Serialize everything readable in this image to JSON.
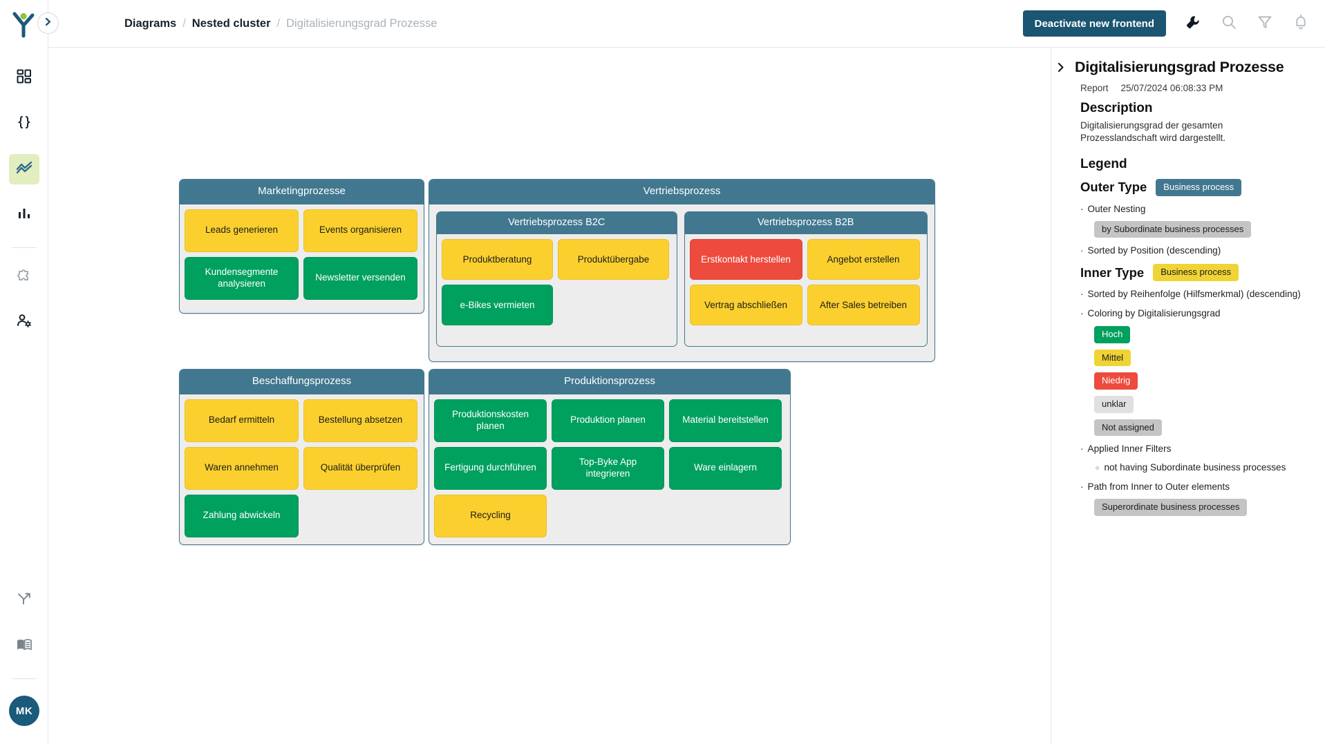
{
  "app": {
    "logo_name": "yunets-logo"
  },
  "topbar": {
    "breadcrumb": [
      {
        "label": "Diagrams",
        "muted": false
      },
      {
        "label": "Nested cluster",
        "muted": false
      },
      {
        "label": "Digitalisierungsgrad Prozesse",
        "muted": true
      }
    ],
    "separator": "/",
    "primary_button": "Deactivate new frontend",
    "icons": [
      "wrench-icon",
      "search-icon",
      "filter-icon",
      "bell-icon"
    ],
    "collapse_icon": "chevron-right-icon",
    "accent_color": "#1a5571"
  },
  "sidebar": {
    "items": [
      {
        "name": "dashboard-icon",
        "active": false
      },
      {
        "name": "code-braces-icon",
        "active": false
      },
      {
        "name": "analytics-line-icon",
        "active": true
      },
      {
        "name": "bar-chart-icon",
        "active": false
      },
      {
        "name": "puzzle-piece-icon",
        "active": false
      },
      {
        "name": "user-settings-icon",
        "active": false
      }
    ],
    "bottom_items": [
      {
        "name": "share-branch-icon"
      },
      {
        "name": "book-icon"
      }
    ],
    "avatar_initials": "MK",
    "avatar_color": "#1a5a7a",
    "active_bg": "#e2edc0"
  },
  "diagram": {
    "colors": {
      "header_blue": "#41788f",
      "cluster_bg": "#ededed",
      "green": "#00a05f",
      "yellow": "#fbd02e",
      "red": "#ec4b3e"
    },
    "clusters": [
      {
        "title": "Marketingprozesse",
        "nodes": [
          {
            "label": "Leads generieren",
            "color": "yellow"
          },
          {
            "label": "Events organisieren",
            "color": "yellow"
          },
          {
            "label": "Kundensegmente analysieren",
            "color": "green"
          },
          {
            "label": "Newsletter versenden",
            "color": "green"
          }
        ]
      },
      {
        "title": "Vertriebsprozess",
        "subclusters": [
          {
            "title": "Vertriebsprozess B2C",
            "nodes": [
              {
                "label": "Produktberatung",
                "color": "yellow"
              },
              {
                "label": "Produktübergabe",
                "color": "yellow"
              },
              {
                "label": "e-Bikes vermieten",
                "color": "green"
              }
            ]
          },
          {
            "title": "Vertriebsprozess B2B",
            "nodes": [
              {
                "label": "Erstkontakt herstellen",
                "color": "red"
              },
              {
                "label": "Angebot erstellen",
                "color": "yellow"
              },
              {
                "label": "Vertrag abschließen",
                "color": "yellow"
              },
              {
                "label": "After Sales betreiben",
                "color": "yellow"
              }
            ]
          }
        ]
      },
      {
        "title": "Beschaffungsprozess",
        "nodes": [
          {
            "label": "Bedarf ermitteln",
            "color": "yellow"
          },
          {
            "label": "Bestellung absetzen",
            "color": "yellow"
          },
          {
            "label": "Waren annehmen",
            "color": "yellow"
          },
          {
            "label": "Qualität überprüfen",
            "color": "yellow"
          },
          {
            "label": "Zahlung abwickeln",
            "color": "green"
          }
        ]
      },
      {
        "title": "Produktionsprozess",
        "nodes": [
          {
            "label": "Produktionskosten planen",
            "color": "green"
          },
          {
            "label": "Produktion planen",
            "color": "green"
          },
          {
            "label": "Material bereitstellen",
            "color": "green"
          },
          {
            "label": "Fertigung durchführen",
            "color": "green"
          },
          {
            "label": "Top-Byke App integrieren",
            "color": "green"
          },
          {
            "label": "Ware einlagern",
            "color": "green"
          },
          {
            "label": "Recycling",
            "color": "yellow"
          }
        ]
      }
    ]
  },
  "panel": {
    "title": "Digitalisierungsgrad Prozesse",
    "meta_type": "Report",
    "meta_date": "25/07/2024 06:08:33 PM",
    "description_heading": "Description",
    "description_text": "Digitalisierungsgrad der gesamten Prozesslandschaft wird dargestellt.",
    "legend_heading": "Legend",
    "outer_type_label": "Outer Type",
    "outer_type_chip": "Business process",
    "outer_nesting_bullet": "Outer Nesting",
    "outer_nesting_chip": "by Subordinate business processes",
    "outer_sorted_bullet": "Sorted by Position (descending)",
    "inner_type_label": "Inner Type",
    "inner_type_chip": "Business process",
    "inner_sorted_bullet": "Sorted by Reihenfolge (Hilfsmerkmal) (descending)",
    "coloring_bullet": "Coloring by Digitalisierungsgrad",
    "coloring_values": [
      {
        "label": "Hoch",
        "style": "green"
      },
      {
        "label": "Mittel",
        "style": "yellow"
      },
      {
        "label": "Niedrig",
        "style": "red"
      },
      {
        "label": "unklar",
        "style": "lightgrey"
      },
      {
        "label": "Not assigned",
        "style": "grey"
      }
    ],
    "applied_filters_bullet": "Applied Inner Filters",
    "applied_filter_item": "not having Subordinate business processes",
    "path_bullet": "Path from Inner to Outer elements",
    "path_chip": "Superordinate business processes",
    "bullet_glyph": "·",
    "subbullet_glyph": "○",
    "collapse_icon": "chevron-right-icon"
  }
}
